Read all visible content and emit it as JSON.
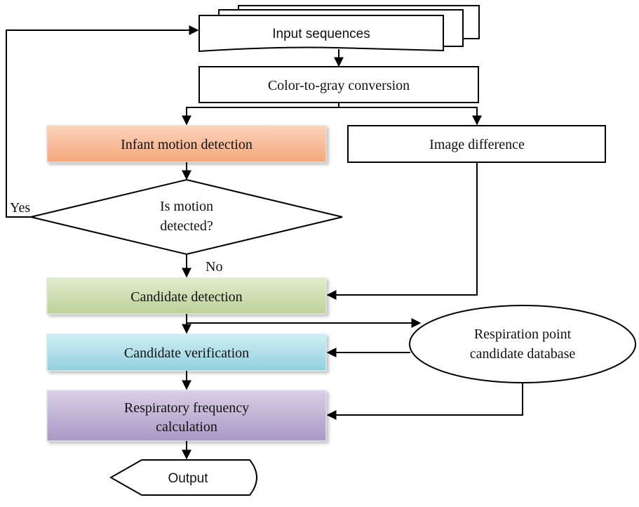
{
  "nodes": {
    "input_sequences": "Input sequences",
    "color_to_gray": "Color-to-gray conversion",
    "infant_motion": "Infant motion detection",
    "image_difference": "Image difference",
    "decision_line1": "Is motion",
    "decision_line2": "detected?",
    "candidate_detection": "Candidate detection",
    "candidate_verification": "Candidate verification",
    "respiratory_line1": "Respiratory frequency",
    "respiratory_line2": "calculation",
    "database_line1": "Respiration point",
    "database_line2": "candidate database",
    "output": "Output"
  },
  "edge_labels": {
    "yes": "Yes",
    "no": "No"
  },
  "colors": {
    "infant_motion_fill": "#f6b48f",
    "candidate_detection_fill": "#c8d8a8",
    "candidate_verification_fill": "#a9dbe6",
    "respiratory_fill": "#b7a8cf",
    "stroke": "#000000"
  }
}
